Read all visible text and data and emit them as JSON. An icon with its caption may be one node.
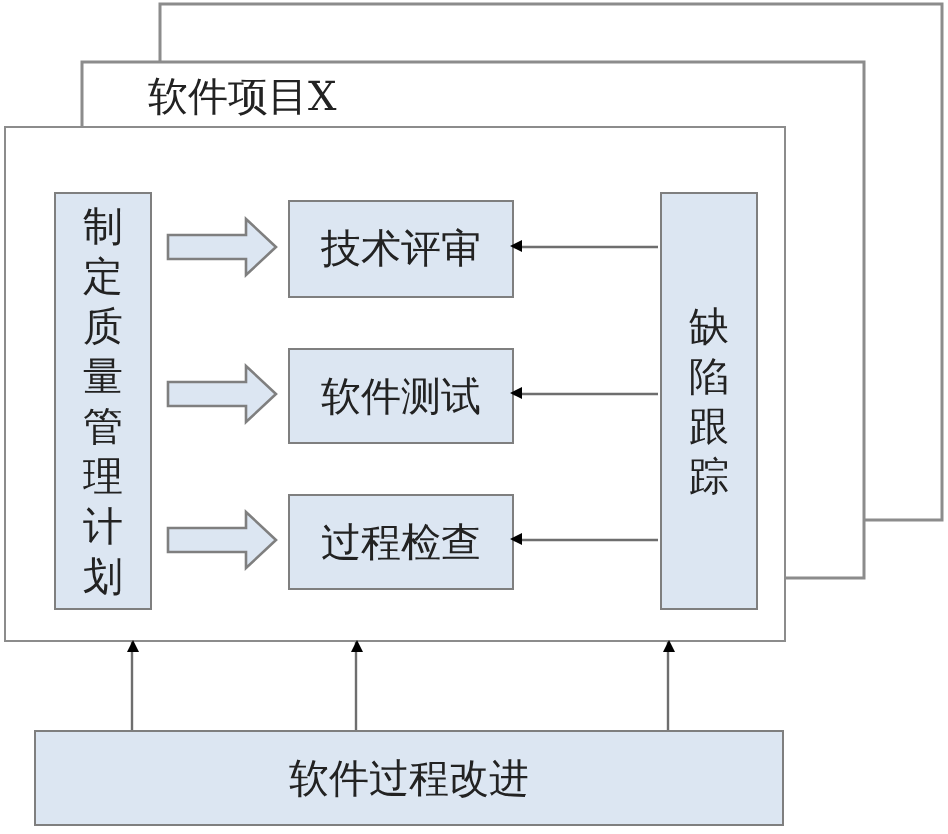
{
  "diagram": {
    "nodes": [
      {
        "text": [],
        "shape": "box"
      },
      {
        "text": [
          "制定质量管理计划"
        ],
        "in": 0
      },
      {
        "text": [
          "技术评审"
        ],
        "in": 0
      },
      {
        "text": [
          "软件测试"
        ],
        "in": 0
      },
      {
        "text": [
          "过程检查"
        ],
        "in": 0
      },
      {
        "text": [
          "缺陷跟踪"
        ],
        "in": 0
      },
      {
        "text": [
          "软件过程改进"
        ]
      }
    ],
    "edges": [
      {
        "from": 1,
        "to": 2,
        "arrow": "to"
      },
      {
        "from": 1,
        "to": 3,
        "arrow": "to"
      },
      {
        "from": 1,
        "to": 4,
        "arrow": "to"
      },
      {
        "from": 5,
        "to": 2,
        "arrow": "to"
      },
      {
        "from": 5,
        "to": 3,
        "arrow": "to"
      },
      {
        "from": 5,
        "to": 4,
        "arrow": "to"
      },
      {
        "from": 6,
        "to": 0,
        "arrow": "to"
      },
      {
        "from": 6,
        "to": 0,
        "arrow": "to"
      },
      {
        "from": 6,
        "to": 0,
        "arrow": "to"
      }
    ],
    "labels": [
      "软件项目X"
    ]
  }
}
